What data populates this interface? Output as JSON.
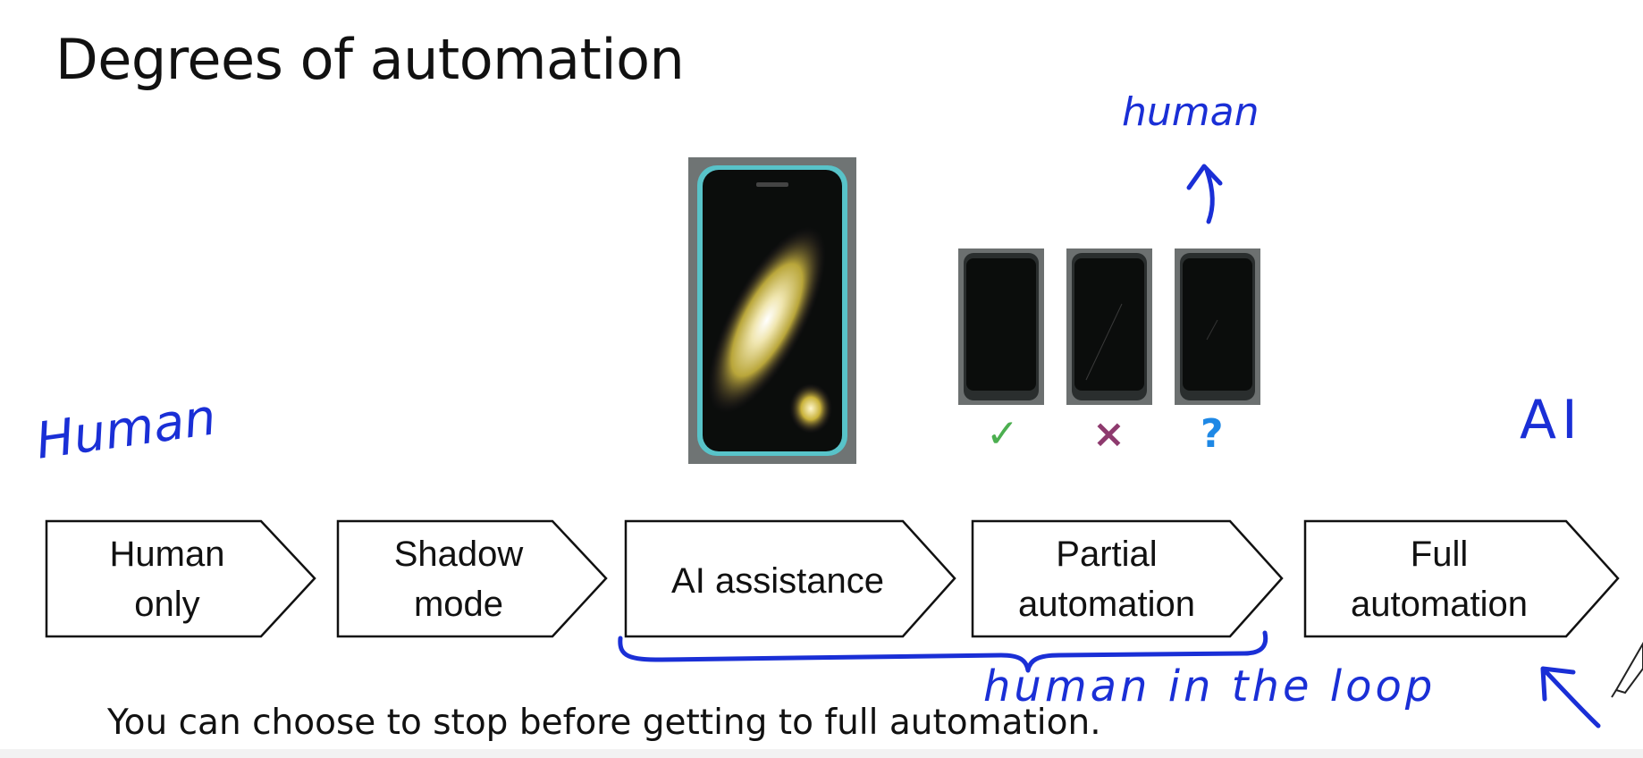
{
  "slide": {
    "title": "Degrees of automation",
    "caption": "You can choose to stop before getting to full automation."
  },
  "stages": [
    {
      "label": "Human\nonly"
    },
    {
      "label": "Shadow\nmode"
    },
    {
      "label": "AI assistance"
    },
    {
      "label": "Partial\nautomation"
    },
    {
      "label": "Full\nautomation"
    }
  ],
  "marks": {
    "check": "✓",
    "cross": "×",
    "question": "?"
  },
  "annotations": {
    "human_left": "Human",
    "human_top": "human",
    "ai": "AI",
    "human_in_loop": "human in the loop"
  },
  "colors": {
    "ink": "#1a2fd6",
    "check": "#4caf50",
    "cross": "#8e3a6e",
    "question": "#1e88e5"
  }
}
